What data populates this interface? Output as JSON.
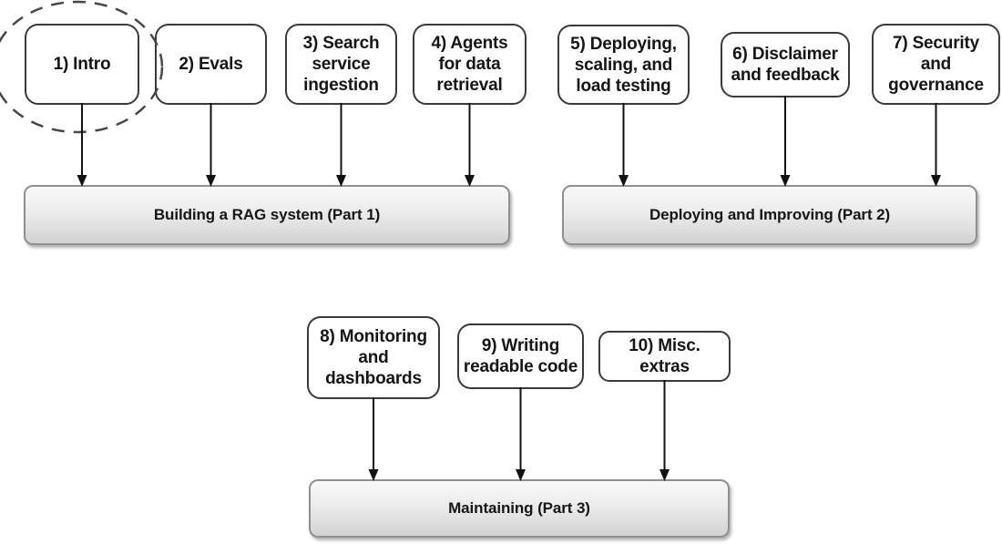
{
  "diagram": {
    "title_hint": "Course roadmap flowchart",
    "highlight": {
      "shape": "dashed-ellipse",
      "around_step": "1) Intro"
    },
    "groups": [
      {
        "part_label": "Building a RAG system (Part 1)",
        "steps": [
          "1) Intro",
          "2) Evals",
          "3) Search\nservice\ningestion",
          "4) Agents\nfor data\nretrieval"
        ]
      },
      {
        "part_label": "Deploying and Improving (Part 2)",
        "steps": [
          "5) Deploying,\nscaling, and\nload testing",
          "6) Disclaimer\nand feedback",
          "7) Security\nand\ngovernance"
        ]
      },
      {
        "part_label": "Maintaining (Part 3)",
        "steps": [
          "8) Monitoring\nand\ndashboards",
          "9) Writing\nreadable code",
          "10) Misc.\nextras"
        ]
      }
    ],
    "colors": {
      "background": "#ffffff",
      "box_border": "#3a3a3a",
      "box_fill": "#ffffff",
      "bar_border": "#8f8f8f",
      "bar_gradient_top": "#f9f9f9",
      "bar_gradient_bottom": "#d2d2d2",
      "arrow": "#111111",
      "text": "#151515",
      "highlight_stroke": "#474747"
    }
  }
}
